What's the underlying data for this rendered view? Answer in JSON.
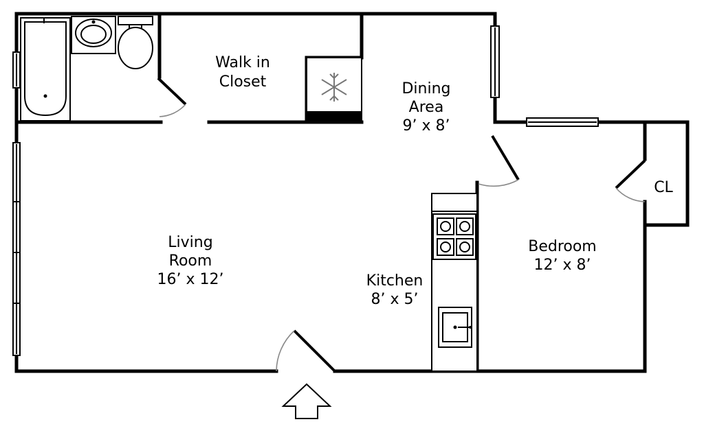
{
  "rooms": {
    "walk_in_closet": {
      "line1": "Walk in",
      "line2": "Closet"
    },
    "dining": {
      "line1": "Dining",
      "line2": "Area",
      "size": "9’ x 8’"
    },
    "living": {
      "line1": "Living",
      "line2": "Room",
      "size": "16’ x 12’"
    },
    "kitchen": {
      "line1": "Kitchen",
      "size": "8’ x 5’"
    },
    "bedroom": {
      "line1": "Bedroom",
      "size": "12’ x 8’"
    },
    "closet": {
      "line1": "CL"
    }
  },
  "icons": {
    "entry": "entry-arrow-icon",
    "ac": "snowflake-icon",
    "stove": "stove-icon",
    "sink": "sink-icon",
    "toilet": "toilet-icon",
    "bathtub": "bathtub-icon"
  }
}
